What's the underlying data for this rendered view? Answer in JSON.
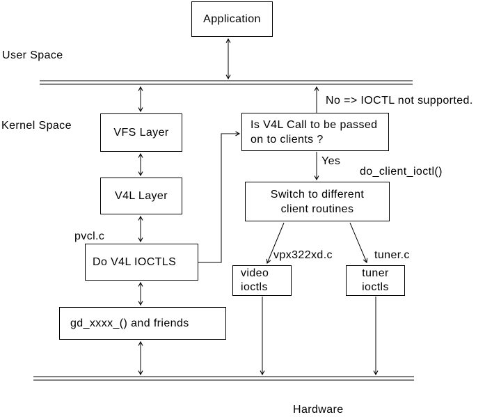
{
  "regions": {
    "user_space": "User Space",
    "kernel_space": "Kernel Space",
    "hardware": "Hardware"
  },
  "boxes": {
    "application": {
      "label": "Application"
    },
    "vfs_layer": {
      "label": "VFS Layer"
    },
    "v4l_layer": {
      "label": "V4L Layer"
    },
    "do_v4l_ioctls": {
      "label": "Do V4L IOCTLS"
    },
    "gd_xxxx_friends": {
      "label": "gd_xxxx_() and friends"
    },
    "is_v4l_call": {
      "line1": "Is V4L Call to be passed",
      "line2": "on to clients ?"
    },
    "switch_clients": {
      "line1": "Switch to different",
      "line2": "client routines"
    },
    "video_ioctls": {
      "line1": "video",
      "line2": "ioctls"
    },
    "tuner_ioctls": {
      "line1": "tuner",
      "line2": "ioctls"
    }
  },
  "annotations": {
    "no_branch": "No => IOCTL not supported.",
    "yes_branch": "Yes",
    "do_client_ioctl": "do_client_ioctl()",
    "pvcl_file": "pvcl.c",
    "vpx_file": "vpx322xd.c",
    "tuner_file": "tuner.c"
  },
  "colors": {
    "background": "#ffffff",
    "stroke": "#000000",
    "text": "#000000"
  }
}
